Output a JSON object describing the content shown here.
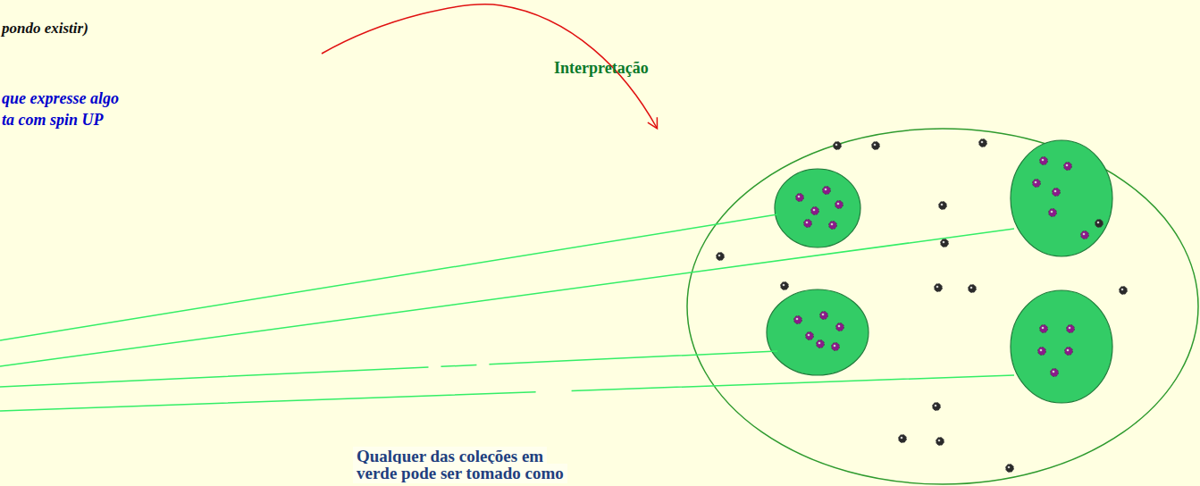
{
  "diagram": {
    "labels": [
      "pondo existir)",
      "que expresse algo",
      "ta com spin UP",
      "Interpretação",
      "Qualquer das coleções em",
      "verde pode ser tomado como"
    ]
  }
}
